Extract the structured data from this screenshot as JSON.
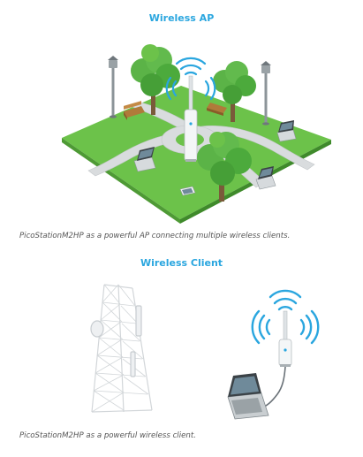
{
  "section_ap": {
    "title": "Wireless AP",
    "caption": "PicoStationM2HP as a powerful AP connecting multiple wireless clients."
  },
  "section_client": {
    "title": "Wireless Client",
    "caption": "PicoStationM2HP as a powerful wireless client."
  },
  "colors": {
    "title_blue": "#2aa6df",
    "grass_green": "#6cc24a",
    "tree_green": "#4caa3c",
    "signal_blue": "#2aa6df",
    "caption_gray": "#555555"
  }
}
